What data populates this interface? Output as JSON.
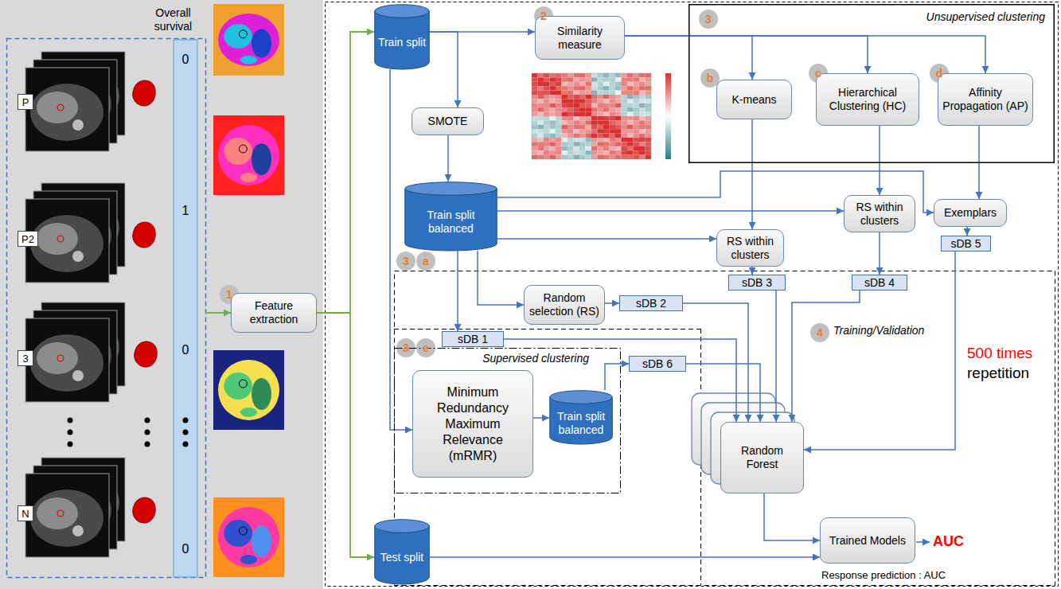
{
  "diagram": {
    "nodes": [
      {
        "text": [
          "P"
        ]
      },
      {
        "text": [
          "P2"
        ]
      },
      {
        "text": [
          "3"
        ]
      },
      {
        "text": [
          "N"
        ]
      },
      {
        "text": [
          "Overall survival",
          "0",
          "1",
          "0",
          "0"
        ]
      },
      {
        "text": [
          "1"
        ]
      },
      {
        "text": [
          "Feature extraction"
        ]
      },
      {
        "text": [
          "Train split"
        ]
      },
      {
        "text": [
          "2"
        ]
      },
      {
        "text": [
          "Similarity measure"
        ]
      },
      {
        "text": [
          "Unsupervised clustering"
        ]
      },
      {
        "text": [
          "3"
        ],
        "in": 10
      },
      {
        "text": [
          "b"
        ],
        "in": 10
      },
      {
        "text": [
          "K-means"
        ],
        "in": 10
      },
      {
        "text": [
          "c"
        ],
        "in": 10
      },
      {
        "text": [
          "Hierarchical Clustering (HC)"
        ],
        "in": 10
      },
      {
        "text": [
          "d"
        ],
        "in": 10
      },
      {
        "text": [
          "Affinity Propagation (AP)"
        ],
        "in": 10
      },
      {
        "text": [
          "SMOTE"
        ]
      },
      {
        "text": [
          "Train split balanced"
        ]
      },
      {
        "text": [
          "Exemplars"
        ]
      },
      {
        "text": [
          "RS within clusters"
        ]
      },
      {
        "text": [
          "RS within clusters"
        ]
      },
      {
        "text": [
          "sDB 5"
        ]
      },
      {
        "text": [
          "3"
        ]
      },
      {
        "text": [
          "a"
        ]
      },
      {
        "text": [
          "Random selection (RS)"
        ]
      },
      {
        "text": [
          "sDB 2"
        ]
      },
      {
        "text": [
          "sDB 3"
        ]
      },
      {
        "text": [
          "sDB 4"
        ]
      },
      {
        "text": [
          "sDB 1"
        ]
      },
      {
        "text": [
          "3"
        ]
      },
      {
        "text": [
          "e"
        ]
      },
      {
        "text": [
          "Supervised clustering"
        ]
      },
      {
        "text": [
          "Minimum Redundancy Maximum Relevance (mRMR)"
        ],
        "in": 33
      },
      {
        "text": [
          "Train split balanced"
        ],
        "in": 33
      },
      {
        "text": [
          "sDB 6"
        ]
      },
      {
        "text": [
          "4"
        ]
      },
      {
        "text": [
          "Random Forest"
        ]
      },
      {
        "text": [
          "Test split"
        ]
      },
      {
        "text": [
          "Trained Models"
        ]
      }
    ],
    "edges": [
      {
        "from": 6,
        "to": 7,
        "arrow": "to"
      },
      {
        "from": 6,
        "to": 39,
        "arrow": "to"
      },
      {
        "from": 7,
        "to": 9,
        "arrow": "to"
      },
      {
        "from": 7,
        "to": 18,
        "arrow": "to"
      },
      {
        "from": 18,
        "to": 19,
        "arrow": "to"
      },
      {
        "from": 7,
        "to": 34,
        "arrow": "to"
      },
      {
        "from": 19,
        "to": 30,
        "arrow": "to"
      },
      {
        "from": 19,
        "to": 26,
        "arrow": "to"
      },
      {
        "from": 9,
        "to": 13,
        "arrow": "to"
      },
      {
        "from": 9,
        "to": 15,
        "arrow": "to"
      },
      {
        "from": 9,
        "to": 17,
        "arrow": "to"
      },
      {
        "from": 19,
        "to": 20,
        "arrow": "to"
      },
      {
        "from": 19,
        "to": 21,
        "arrow": "to"
      },
      {
        "from": 19,
        "to": 22,
        "arrow": "to"
      },
      {
        "from": 13,
        "to": 22,
        "arrow": "to"
      },
      {
        "from": 15,
        "to": 21,
        "arrow": "to"
      },
      {
        "from": 17,
        "to": 20,
        "arrow": "to"
      },
      {
        "from": 20,
        "to": 23,
        "arrow": "to"
      },
      {
        "from": 22,
        "to": 28,
        "arrow": "to"
      },
      {
        "from": 21,
        "to": 29,
        "arrow": "to"
      },
      {
        "from": 26,
        "to": 27,
        "arrow": "to"
      },
      {
        "from": 34,
        "to": 35,
        "arrow": "to"
      },
      {
        "from": 35,
        "to": 36,
        "arrow": "to"
      },
      {
        "from": 30,
        "to": 38,
        "arrow": "to"
      },
      {
        "from": 27,
        "to": 38,
        "arrow": "to"
      },
      {
        "from": 28,
        "to": 38,
        "arrow": "to"
      },
      {
        "from": 29,
        "to": 38,
        "arrow": "to"
      },
      {
        "from": 23,
        "to": 38,
        "arrow": "to"
      },
      {
        "from": 36,
        "to": 38,
        "arrow": "to"
      },
      {
        "from": 38,
        "to": 40,
        "arrow": "to"
      },
      {
        "from": 39,
        "to": 40,
        "arrow": "to"
      }
    ],
    "labels": [
      "Training/Validation",
      "500 times",
      "repetition",
      "AUC",
      "Response prediction : AUC"
    ]
  }
}
